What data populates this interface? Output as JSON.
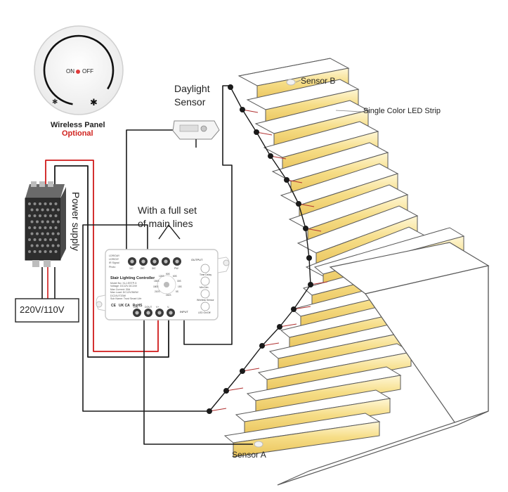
{
  "panel": {
    "title": "Wireless Panel",
    "subtitle": "Optional",
    "on_label": "ON",
    "off_label": "OFF"
  },
  "daylight": {
    "line1": "Daylight",
    "line2": "Sensor"
  },
  "sensor_b": "Sensor B",
  "sensor_a": "Sensor A",
  "led_strip": "Single Color LED Strip",
  "main_lines": {
    "line1": "With a full set",
    "line2": "of main lines"
  },
  "power_supply": "Power supply",
  "mains": "220V/110V",
  "controller": {
    "title": "Stair Lighting Controller",
    "specs": [
      "Model No: XLJ-SSTP-5",
      "Voltage: DC12V-DC24V",
      "Max Current: 30A",
      "Max Load: DC12V/360W",
      "DC24V/720W",
      "Sub Name: Trust Smart Life"
    ],
    "button_labels": [
      "Time Delay",
      "Min Dim",
      "Wireless Sensor",
      "LED On/Off"
    ],
    "output_label": "OUTPUT",
    "input_label": "INPUT",
    "terminal_labels": [
      "1/C",
      "2/C",
      "3/C",
      "PW"
    ],
    "left_labels": [
      "LDR/DAY",
      "LDR/DIY",
      "IR Signal",
      "Photo"
    ],
    "dial_labels": [
      "90S",
      "120S",
      "60S",
      "150S",
      "30S",
      "180S",
      "15S",
      "210S",
      "5S",
      "240S"
    ],
    "cert_marks": [
      "CE",
      "UK CA",
      "RoHS"
    ],
    "bottom_labels": [
      "DIN",
      "DOUT",
      "V+",
      "V-"
    ]
  },
  "colors": {
    "wire_black": "#1a1a1a",
    "wire_red": "#d01a1a",
    "led_glow": "#f3d777",
    "step_fill": "#ffffff",
    "step_edge": "#5a5a5a",
    "subtitle_red": "#d0221e"
  }
}
